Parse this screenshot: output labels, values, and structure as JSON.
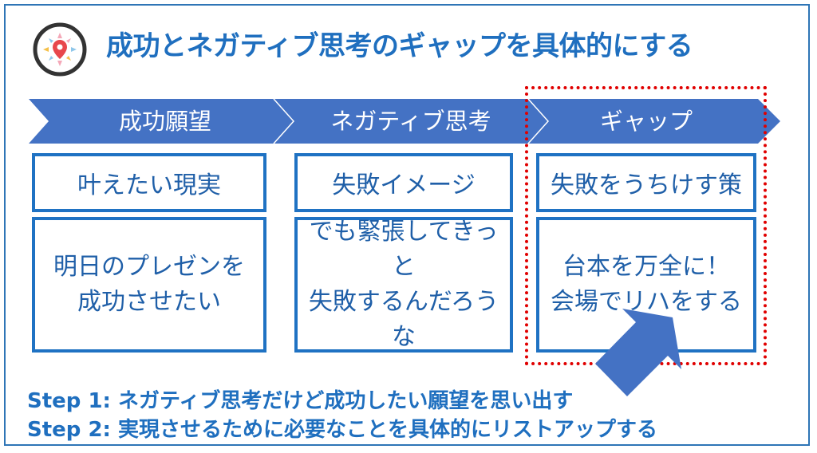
{
  "title": "成功とネガティブ思考のギャップを具体的にする",
  "logo_icon": "compass-location-icon",
  "accent_color": "#1f6fbf",
  "arrow_color": "#4472c4",
  "highlight_color": "#e00000",
  "columns": [
    {
      "header": "成功願望",
      "label": "叶えたい現実",
      "content": "明日のプレゼンを\n成功させたい"
    },
    {
      "header": "ネガティブ思考",
      "label": "失敗イメージ",
      "content": "でも緊張してきっと\n失敗するんだろうな"
    },
    {
      "header": "ギャップ",
      "label": "失敗をうちけす策",
      "content": "台本を万全に！\n会場でリハをする"
    }
  ],
  "steps": [
    {
      "text": "Step 1: ネガティブ思考だけど成功したい願望を思い出す"
    },
    {
      "text": "Step 2: 実現させるために必要なことを具体的にリストアップする"
    }
  ]
}
